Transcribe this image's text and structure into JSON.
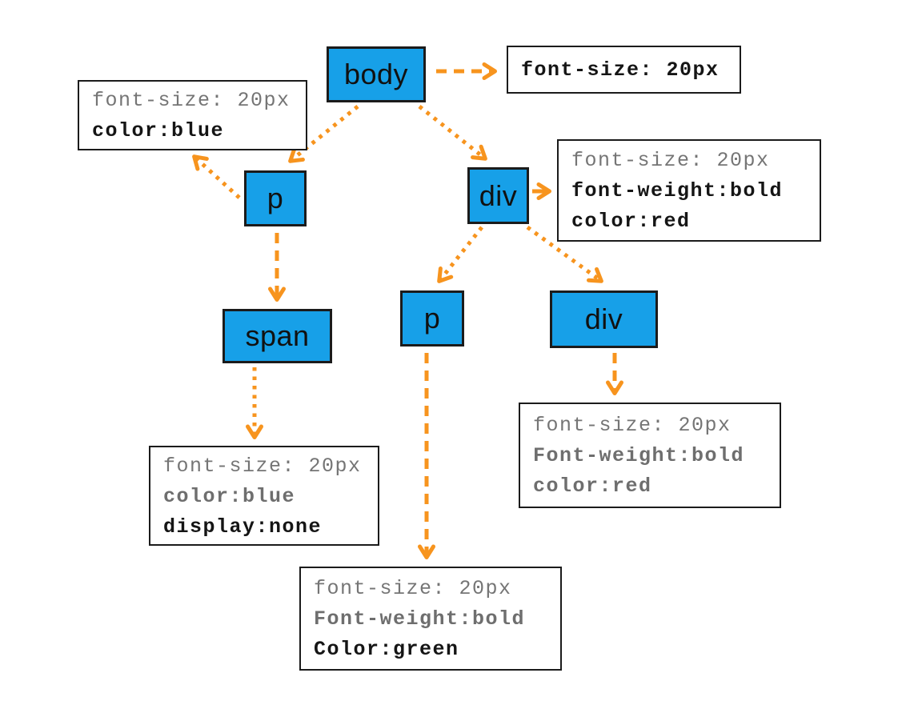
{
  "diagram": {
    "description": "DOM tree showing CSS style inheritance from body to descendants",
    "colors": {
      "node_fill": "#17A0E8",
      "arrow_orange": "#F7941E",
      "inherited_text_gray": "#757575",
      "declared_text_black": "#151515",
      "border": "#1b1b1b",
      "background": "#ffffff"
    },
    "nodes": {
      "body": {
        "label": "body"
      },
      "p1": {
        "label": "p"
      },
      "div1": {
        "label": "div"
      },
      "span1": {
        "label": "span"
      },
      "p2": {
        "label": "p"
      },
      "div2": {
        "label": "div"
      }
    },
    "style_boxes": {
      "body": {
        "lines": [
          "font-size: 20px"
        ]
      },
      "p1": {
        "lines": [
          "font-size: 20px",
          "color:blue"
        ]
      },
      "div1": {
        "lines": [
          "font-size: 20px",
          "font-weight:bold",
          "color:red"
        ]
      },
      "span1": {
        "lines": [
          "font-size: 20px",
          "color:blue",
          "display:none"
        ]
      },
      "p2": {
        "lines": [
          "font-size: 20px",
          "Font-weight:bold",
          "Color:green"
        ]
      },
      "div2": {
        "lines": [
          "font-size: 20px",
          "Font-weight:bold",
          "color:red"
        ]
      }
    },
    "connectors": [
      "body-to-body-styles",
      "body-to-p1",
      "body-to-div1",
      "p1-to-p1-styles",
      "p1-to-span1",
      "span1-to-span1-styles",
      "div1-to-div1-styles",
      "div1-to-p2",
      "div1-to-div2",
      "p2-to-p2-styles",
      "div2-to-div2-styles"
    ]
  }
}
